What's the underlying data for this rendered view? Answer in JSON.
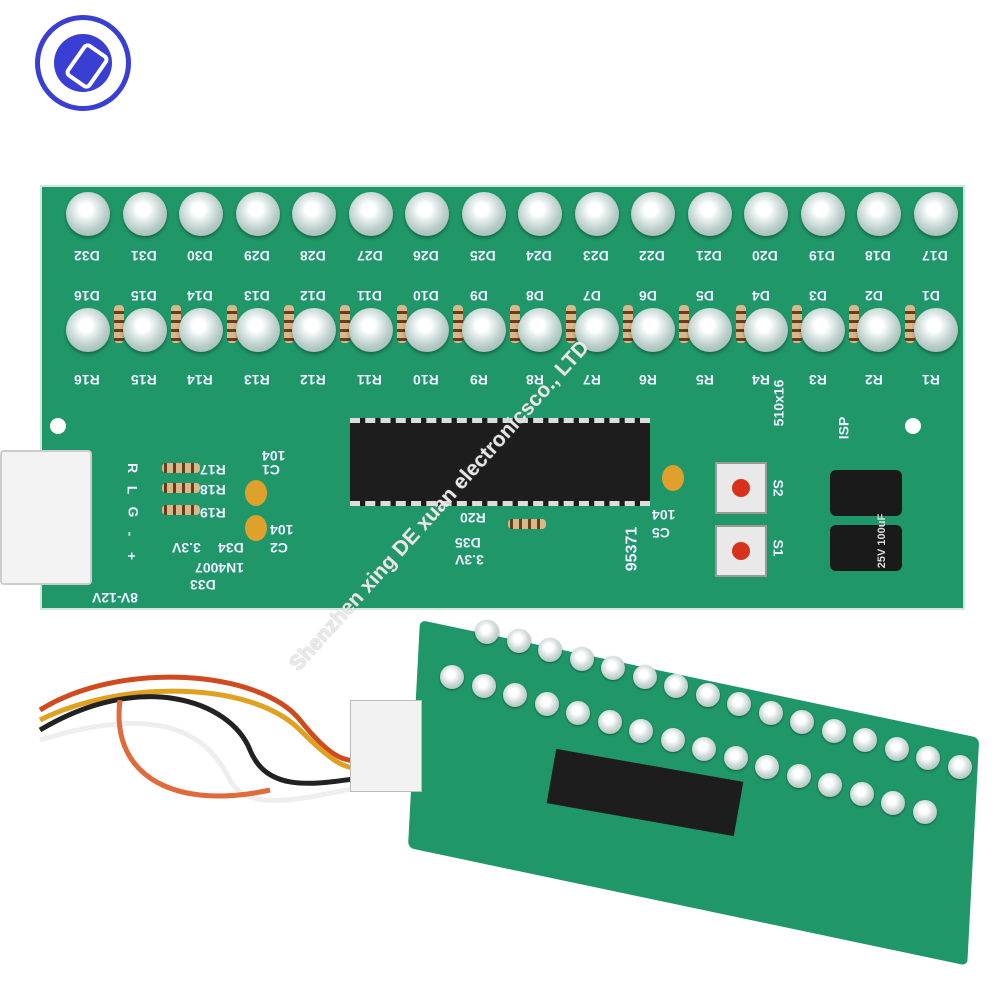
{
  "watermark": "Shenzhen xing DE xuan electronicsco., LTD",
  "logo": {
    "name": "brand-logo",
    "color": "#3a3fd4"
  },
  "board": {
    "color": "#1f9768",
    "top_leds": [
      "D32",
      "D31",
      "D30",
      "D29",
      "D28",
      "D27",
      "D26",
      "D25",
      "D24",
      "D23",
      "D22",
      "D21",
      "D20",
      "D19",
      "D18",
      "D17"
    ],
    "bottom_leds": [
      "D16",
      "D15",
      "D14",
      "D13",
      "D12",
      "D11",
      "D10",
      "D9",
      "D8",
      "D7",
      "D6",
      "D5",
      "D4",
      "D3",
      "D2",
      "D1"
    ],
    "resistors": [
      "R16",
      "R15",
      "R14",
      "R13",
      "R12",
      "R11",
      "R10",
      "R9",
      "R8",
      "R7",
      "R6",
      "R5",
      "R4",
      "R3",
      "R2",
      "R1"
    ],
    "silkscreen": {
      "isp": "ISP",
      "res_note": "510x16",
      "r17": "R17",
      "r18": "R18",
      "r19": "R19",
      "r20": "R20",
      "c1": "C1",
      "c1v": "104",
      "c2": "C2",
      "c2v": "104",
      "c5": "C5",
      "c5v": "104",
      "d34": "D34",
      "d34v": "3.3V",
      "d35": "D35",
      "d35v": "3.3V",
      "d33": "D33",
      "d33v": "1N4007",
      "s1": "S1",
      "s2": "S2",
      "code": "95371",
      "power": "8V-12V",
      "pins": [
        "R",
        "L",
        "G",
        "-",
        "+"
      ],
      "cap_label": "25V 100uF"
    }
  }
}
